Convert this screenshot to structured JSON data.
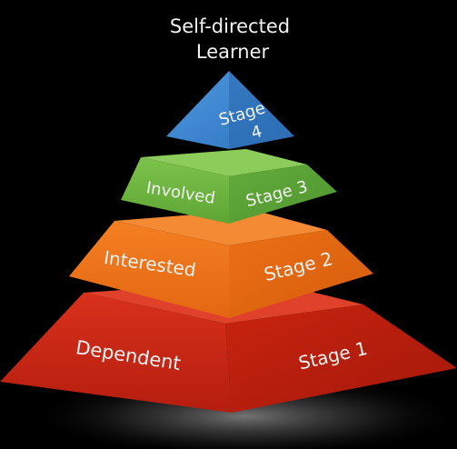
{
  "title": {
    "line1": "Self-directed",
    "line2": "Learner"
  },
  "tiers": [
    {
      "left_label": "Dependent",
      "right_label": "Stage 1"
    },
    {
      "left_label": "Interested",
      "right_label": "Stage 2"
    },
    {
      "left_label": "Involved",
      "right_label": "Stage 3"
    },
    {
      "top_label_1": "Stage",
      "top_label_2": "4"
    }
  ],
  "colors": {
    "background": "#000000",
    "tier1": "#d42b17",
    "tier2": "#ef7418",
    "tier3": "#6cb63e",
    "tier4": "#3a84cf",
    "text": "#f4f4f4"
  }
}
